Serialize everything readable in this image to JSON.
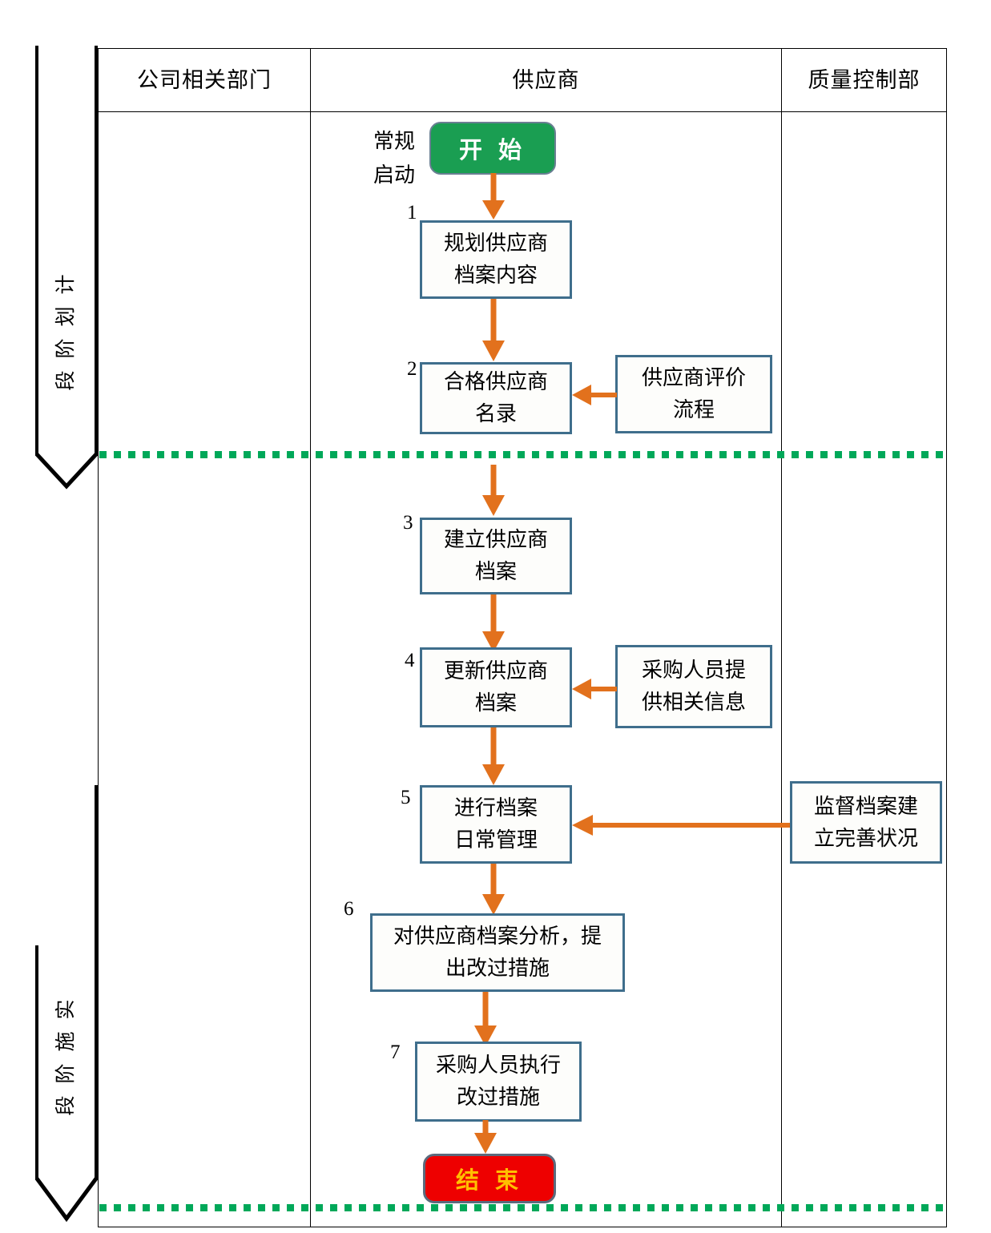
{
  "diagram": {
    "title_columns": [
      {
        "id": "col-company",
        "label": "公司相关部门"
      },
      {
        "id": "col-supplier",
        "label": "供应商"
      },
      {
        "id": "col-qc",
        "label": "质量控制部"
      }
    ],
    "phases": [
      {
        "id": "phase-planning",
        "label": "计 划 阶 段",
        "chars": [
          "计",
          "划",
          "阶",
          "段"
        ]
      },
      {
        "id": "phase-implementation",
        "label": "实 施 阶 段",
        "chars": [
          "实",
          "施",
          "阶",
          "段"
        ]
      }
    ],
    "terminators": {
      "start": {
        "label": "开 始",
        "fill": "#1a9e52",
        "text_color": "#ffffff"
      },
      "end": {
        "label": "结 束",
        "fill": "#ee0000",
        "text_color": "#ffc000"
      }
    },
    "entry_note": {
      "line1": "常规",
      "line2": "启动"
    },
    "steps": [
      {
        "num": "1",
        "line1": "规划供应商",
        "line2": "档案内容"
      },
      {
        "num": "2",
        "line1": "合格供应商",
        "line2": "名录"
      },
      {
        "num": "3",
        "line1": "建立供应商",
        "line2": "档案"
      },
      {
        "num": "4",
        "line1": "更新供应商",
        "line2": "档案"
      },
      {
        "num": "5",
        "line1": "进行档案",
        "line2": "日常管理"
      },
      {
        "num": "6",
        "line1": "对供应商档案分析，提",
        "line2": "出改过措施"
      },
      {
        "num": "7",
        "line1": "采购人员执行",
        "line2": "改过措施"
      }
    ],
    "side_boxes": [
      {
        "id": "supplier-eval-process",
        "line1": "供应商评价",
        "line2": "流程"
      },
      {
        "id": "buyer-provides-info",
        "line1": "采购人员提",
        "line2": "供相关信息"
      },
      {
        "id": "qc-supervise",
        "line1": "监督档案建",
        "line2": "立完善状况"
      }
    ],
    "colors": {
      "box_border": "#3f6e8c",
      "arrow": "#e2711d",
      "divider_green": "#00a859",
      "frame": "#000000"
    }
  }
}
